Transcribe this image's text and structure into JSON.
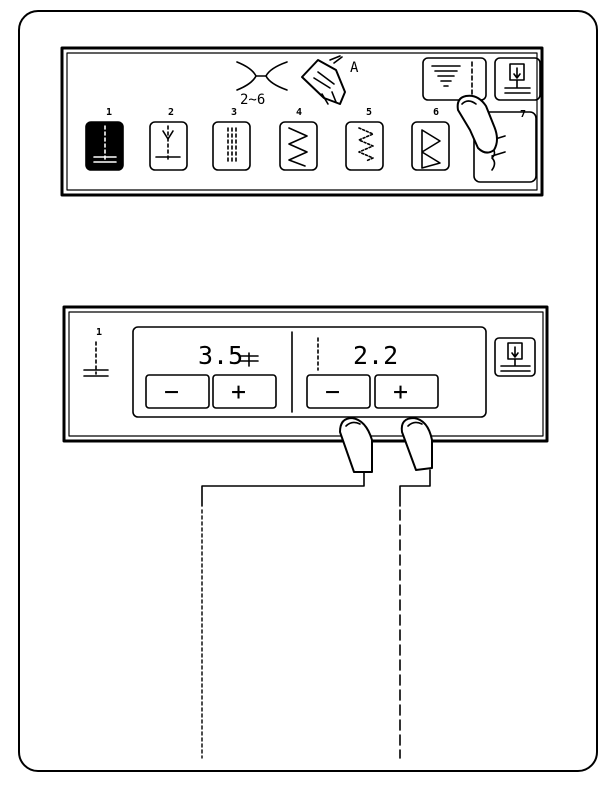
{
  "top_panel": {
    "thread_tension_range": "2~6",
    "presser_foot_letter": "A",
    "stitches": [
      {
        "number": "1",
        "icon": "straight-stitch-left-icon",
        "selected": true
      },
      {
        "number": "2",
        "icon": "lock-stitch-icon",
        "selected": false
      },
      {
        "number": "3",
        "icon": "triple-straight-stitch-icon",
        "selected": false
      },
      {
        "number": "4",
        "icon": "zigzag-stitch-icon",
        "selected": false
      },
      {
        "number": "5",
        "icon": "multi-zigzag-stitch-icon",
        "selected": false
      },
      {
        "number": "6",
        "icon": "triple-zigzag-stitch-icon",
        "selected": false
      },
      {
        "number": "7",
        "icon": "blind-hem-stitch-icon",
        "selected": false
      }
    ],
    "right_buttons": [
      "stitch-length-width-key-icon",
      "needle-up-down-key-icon"
    ]
  },
  "bottom_panel": {
    "stitch_number": "1",
    "width_value": "3.5",
    "length_value": "2.2",
    "minus_label": "−",
    "plus_label": "+"
  }
}
